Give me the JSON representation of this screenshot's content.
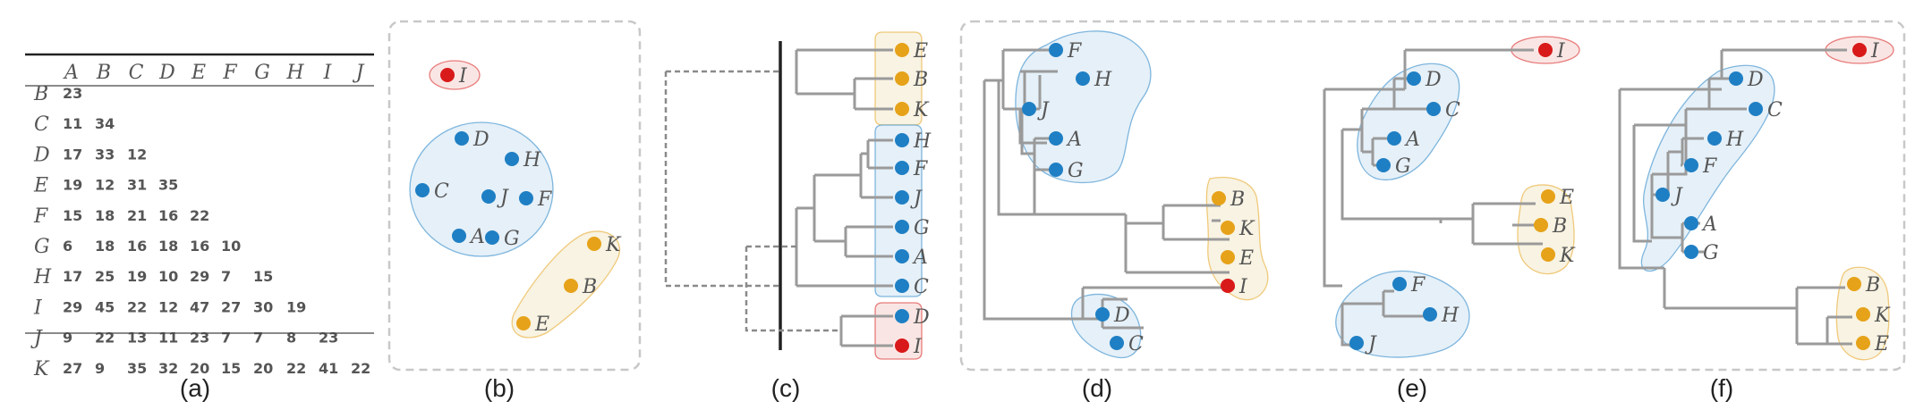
{
  "colors": {
    "blue": "#1f7fc4",
    "orange": "#e6a219",
    "red": "#d91a1a",
    "blue_region": "#e5f0f8",
    "orange_region": "#f8f3e2",
    "red_region": "#f9e6e4",
    "edge": "#9a9a9a"
  },
  "captions": {
    "a": "(a)",
    "b": "(b)",
    "c": "(c)",
    "d": "(d)",
    "e": "(e)",
    "f": "(f)"
  },
  "matrix": {
    "col_headers": [
      "A",
      "B",
      "C",
      "D",
      "E",
      "F",
      "G",
      "H",
      "I",
      "J"
    ],
    "rows": [
      {
        "label": "B",
        "values": [
          "23"
        ]
      },
      {
        "label": "C",
        "values": [
          "11",
          "34"
        ]
      },
      {
        "label": "D",
        "values": [
          "17",
          "33",
          "12"
        ]
      },
      {
        "label": "E",
        "values": [
          "19",
          "12",
          "31",
          "35"
        ]
      },
      {
        "label": "F",
        "values": [
          "15",
          "18",
          "21",
          "16",
          "22"
        ]
      },
      {
        "label": "G",
        "values": [
          "6",
          "18",
          "16",
          "18",
          "16",
          "10"
        ]
      },
      {
        "label": "H",
        "values": [
          "17",
          "25",
          "19",
          "10",
          "29",
          "7",
          "15"
        ]
      },
      {
        "label": "I",
        "values": [
          "29",
          "45",
          "22",
          "12",
          "47",
          "27",
          "30",
          "19"
        ]
      },
      {
        "label": "J",
        "values": [
          "9",
          "22",
          "13",
          "11",
          "23",
          "7",
          "7",
          "8",
          "23"
        ]
      },
      {
        "label": "K",
        "values": [
          "27",
          "9",
          "35",
          "32",
          "20",
          "15",
          "20",
          "22",
          "41",
          "22"
        ]
      }
    ]
  },
  "node_labels": {
    "A": "A",
    "B": "B",
    "C": "C",
    "D": "D",
    "E": "E",
    "F": "F",
    "G": "G",
    "H": "H",
    "I": "I",
    "J": "J",
    "K": "K"
  }
}
